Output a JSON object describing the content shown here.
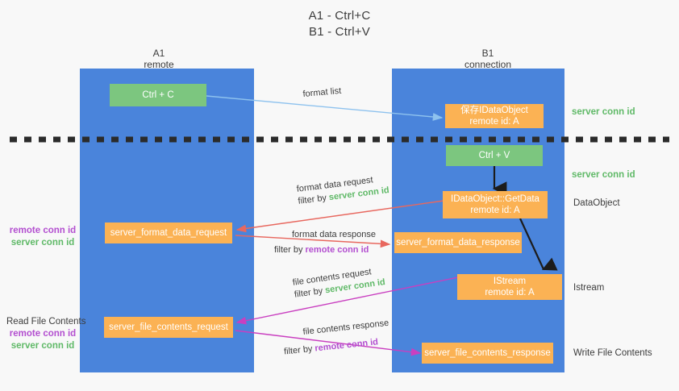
{
  "title": {
    "line1": "A1 - Ctrl+C",
    "line2": "B1 - Ctrl+V"
  },
  "columns": [
    {
      "name": "A1",
      "sub": "remote"
    },
    {
      "name": "B1",
      "sub": "connection"
    }
  ],
  "nodes": {
    "ctrl_c": {
      "label": "Ctrl + C"
    },
    "ctrl_v": {
      "label": "Ctrl + V"
    },
    "save_idataobject": {
      "line1": "保存IDataObject",
      "line2": "remote id: A"
    },
    "getdata": {
      "line1": "IDataObject::GetData",
      "line2": "remote id: A"
    },
    "istream": {
      "line1": "IStream",
      "line2": "remote id: A"
    },
    "format_data_request": {
      "label": "server_format_data_request"
    },
    "format_data_response": {
      "label": "server_format_data_response"
    },
    "file_contents_request": {
      "label": "server_file_contents_request"
    },
    "file_contents_response": {
      "label": "server_file_contents_response"
    }
  },
  "edges": {
    "format_list": {
      "label": "format list"
    },
    "format_data_request": {
      "line1": "format data request",
      "filter_prefix": "filter by ",
      "filter_key": "server conn id"
    },
    "format_data_response": {
      "line1": "format data response",
      "filter_prefix": "filter by ",
      "filter_key": "remote conn id"
    },
    "file_contents_request": {
      "line1": "file contents request",
      "filter_prefix": "filter by ",
      "filter_key": "server conn id"
    },
    "file_contents_response": {
      "line1": "file contents response",
      "filter_prefix": "filter by ",
      "filter_key": "remote conn id"
    }
  },
  "right_annotations": [
    {
      "text": "server conn id",
      "style": "green"
    },
    {
      "text": "server conn id",
      "style": "green"
    },
    {
      "text": "DataObject",
      "style": "plain"
    },
    {
      "text": "Istream",
      "style": "plain"
    },
    {
      "text": "Write File Contents",
      "style": "plain"
    }
  ],
  "left_annotations": {
    "format_block": {
      "remote": "remote conn id",
      "server": "server conn id"
    },
    "file_block": {
      "heading": "Read File Contents",
      "remote": "remote conn id",
      "server": "server conn id"
    }
  },
  "colors": {
    "background": "#f8f8f8",
    "lane": "#4a84db",
    "orange": "#fbb254",
    "green": "#7cc67f",
    "green_text": "#5fb967",
    "purple_text": "#b34fd0",
    "arrow_blue": "#8ec2ee",
    "arrow_red": "#e8685f",
    "arrow_magenta": "#c93fc0",
    "arrow_black": "#1c1c1c",
    "divider": "#2b2b2b"
  }
}
